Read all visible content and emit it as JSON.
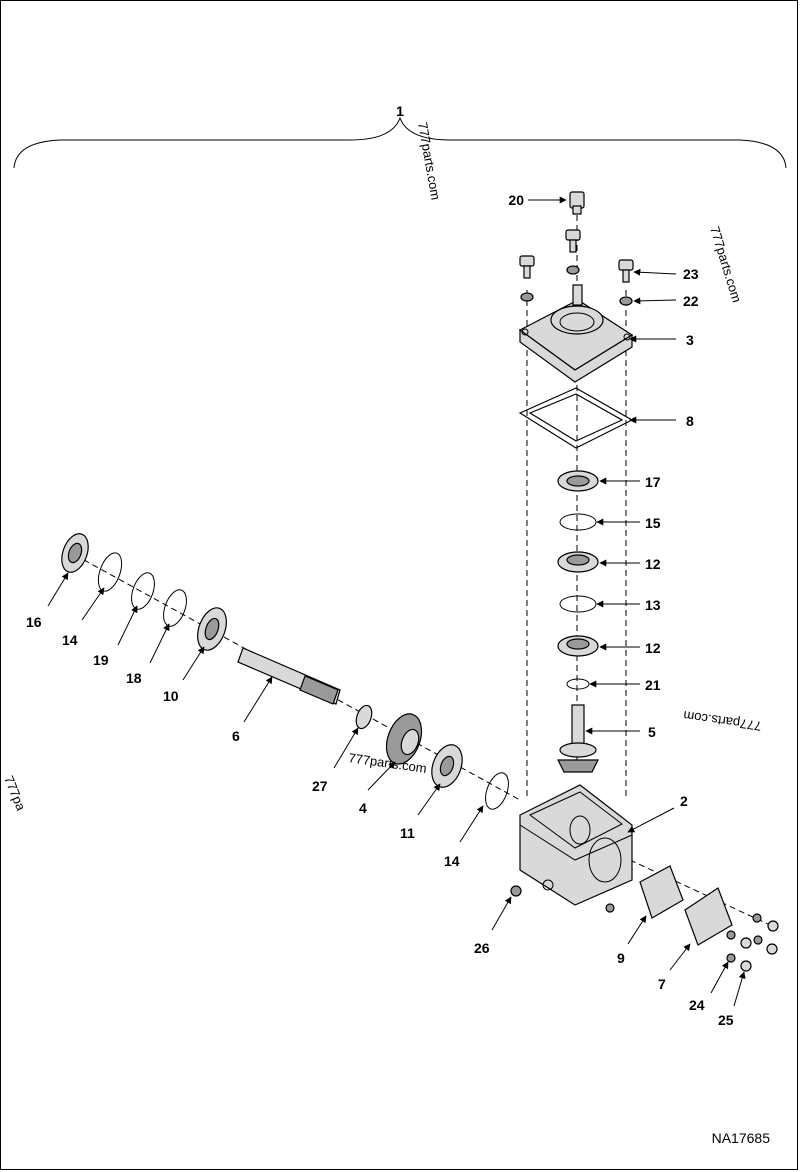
{
  "diagram": {
    "assembly_label": "1",
    "drawing_number": "NA17685",
    "watermarks": [
      "777parts.com",
      "777parts.com",
      "777parts.com",
      "777parts.com",
      "777pa"
    ],
    "callouts": {
      "c20": "20",
      "c23": "23",
      "c22": "22",
      "c3": "3",
      "c8": "8",
      "c17": "17",
      "c15": "15",
      "c12a": "12",
      "c13": "13",
      "c12b": "12",
      "c21": "21",
      "c5": "5",
      "c2": "2",
      "c16": "16",
      "c14a": "14",
      "c19": "19",
      "c18": "18",
      "c10": "10",
      "c6": "6",
      "c27": "27",
      "c4": "4",
      "c11": "11",
      "c14b": "14",
      "c26": "26",
      "c9": "9",
      "c7": "7",
      "c24": "24",
      "c25": "25"
    }
  }
}
